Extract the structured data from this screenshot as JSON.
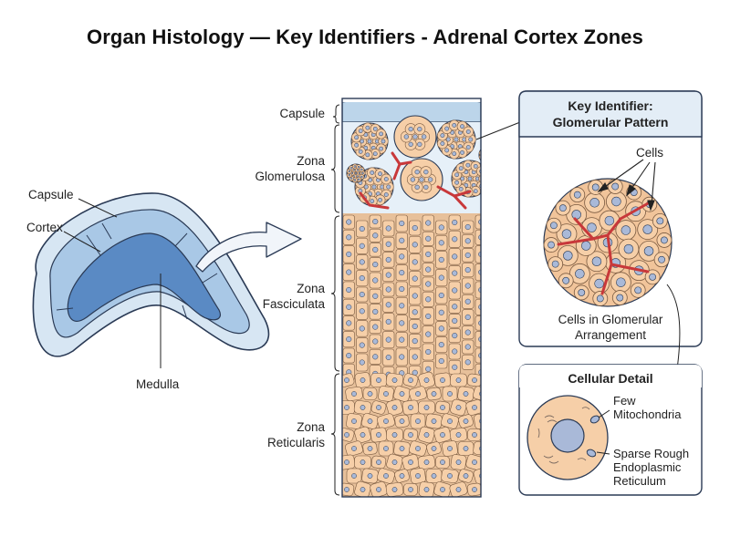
{
  "title": "Organ Histology — Key Identifiers - Adrenal Cortex Zones",
  "gland": {
    "capsule": "Capsule",
    "cortex": "Cortex",
    "medulla": "Medulla"
  },
  "section": {
    "capsule": "Capsule",
    "glomerulosa_1": "Zona",
    "glomerulosa_2": "Glomerulosa",
    "fasciculata_1": "Zona",
    "fasciculata_2": "Fasciculata",
    "reticularis_1": "Zona",
    "reticularis_2": "Reticularis"
  },
  "key_panel": {
    "title_1": "Key Identifier:",
    "title_2": "Glomerular Pattern",
    "cells_label": "Cells",
    "caption_1": "Cells in Glomerular",
    "caption_2": "Arrangement"
  },
  "detail_panel": {
    "title": "Cellular Detail",
    "mito_1": "Few",
    "mito_2": "Mitochondria",
    "rer_1": "Sparse Rough",
    "rer_2": "Endoplasmic",
    "rer_3": "Reticulum"
  },
  "colors": {
    "capsule_blue": "#bcd5ea",
    "medulla_blue": "#5a8ac4",
    "cell_fill": "#f6cfa8",
    "nucleus": "#a9b9d8",
    "vessel": "#c8383a",
    "panel_bg": "#ffffff",
    "panel_header": "#e3edf6"
  }
}
